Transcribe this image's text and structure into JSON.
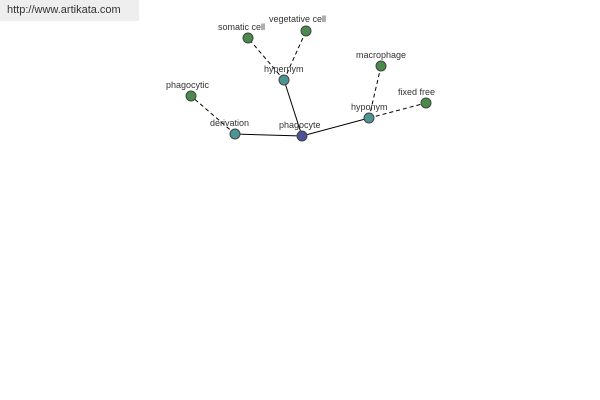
{
  "header": {
    "url": "http://www.artikata.com"
  },
  "graph": {
    "colors": {
      "center": "#4b5098",
      "relation": "#4d9494",
      "leaf": "#4a8a4a"
    },
    "nodes": [
      {
        "id": "phagocyte",
        "label": "phagocyte",
        "kind": "center"
      },
      {
        "id": "hypernym",
        "label": "hypernym",
        "kind": "relation"
      },
      {
        "id": "derivation",
        "label": "derivation",
        "kind": "relation"
      },
      {
        "id": "hyponym",
        "label": "hyponym",
        "kind": "relation"
      },
      {
        "id": "somatic-cell",
        "label": "somatic cell",
        "kind": "leaf"
      },
      {
        "id": "vegetative-cell",
        "label": "vegetative cell",
        "kind": "leaf"
      },
      {
        "id": "phagocytic",
        "label": "phagocytic",
        "kind": "leaf"
      },
      {
        "id": "macrophage",
        "label": "macrophage",
        "kind": "leaf"
      },
      {
        "id": "fixed-free",
        "label": "fixed free",
        "kind": "leaf"
      }
    ],
    "edges": [
      {
        "from": "phagocyte",
        "to": "hypernym",
        "style": "solid"
      },
      {
        "from": "phagocyte",
        "to": "derivation",
        "style": "solid"
      },
      {
        "from": "phagocyte",
        "to": "hyponym",
        "style": "solid"
      },
      {
        "from": "hypernym",
        "to": "somatic-cell",
        "style": "dashed"
      },
      {
        "from": "hypernym",
        "to": "vegetative-cell",
        "style": "dashed"
      },
      {
        "from": "derivation",
        "to": "phagocytic",
        "style": "dashed"
      },
      {
        "from": "hyponym",
        "to": "macrophage",
        "style": "dashed"
      },
      {
        "from": "hyponym",
        "to": "fixed-free",
        "style": "dashed"
      }
    ]
  }
}
